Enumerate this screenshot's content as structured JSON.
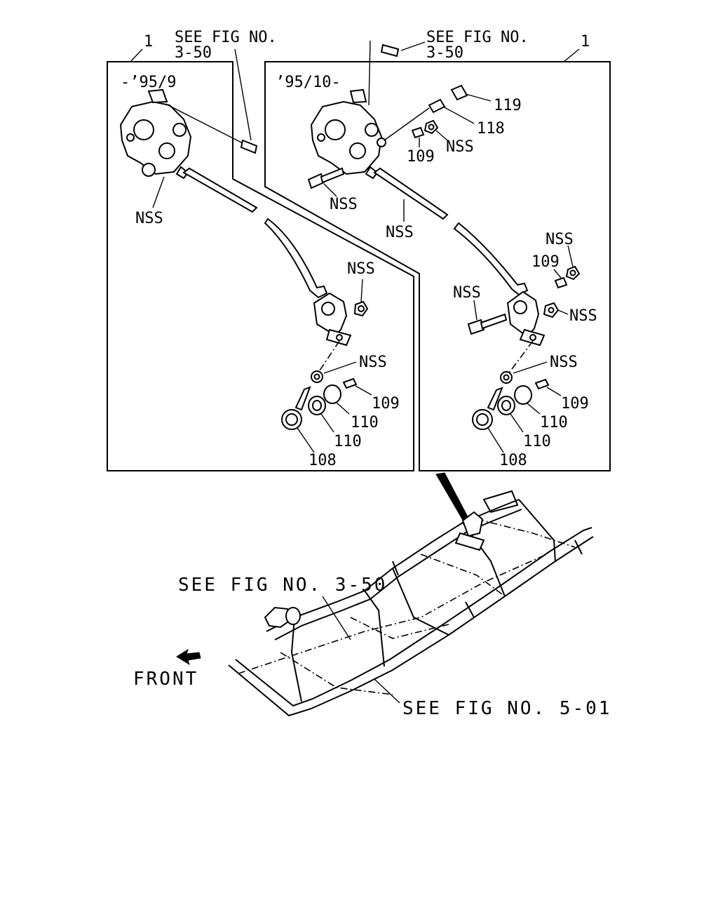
{
  "left_panel": {
    "date_range": "-’95/9",
    "assembly_no": "1",
    "ref_fig_line1": "SEE FIG NO.",
    "ref_fig_line2": "3-50",
    "labels": {
      "nss_valve": "NSS",
      "nss_nut_top": "NSS",
      "nss_nut_mid": "NSS",
      "p109": "109",
      "p110a": "110",
      "p110b": "110",
      "p108": "108"
    }
  },
  "right_panel": {
    "date_range": "’95/10-",
    "assembly_no": "1",
    "ref_fig_line1": "SEE FIG NO.",
    "ref_fig_line2": "3-50",
    "labels": {
      "p119": "119",
      "p118": "118",
      "nss_nut_a": "NSS",
      "p109_top": "109",
      "nss_bolt_a": "NSS",
      "nss_valve": "NSS",
      "nss_nut_b": "NSS",
      "p109_mid": "109",
      "nss_bolt_b": "NSS",
      "nss_nut_c": "NSS",
      "nss_nut_d": "NSS",
      "p109_low": "109",
      "p110a": "110",
      "p110b": "110",
      "p108": "108"
    }
  },
  "frame": {
    "ref_3_50": "SEE FIG NO. 3-50",
    "ref_5_01": "SEE FIG NO. 5-01",
    "front_label": "FRONT"
  }
}
